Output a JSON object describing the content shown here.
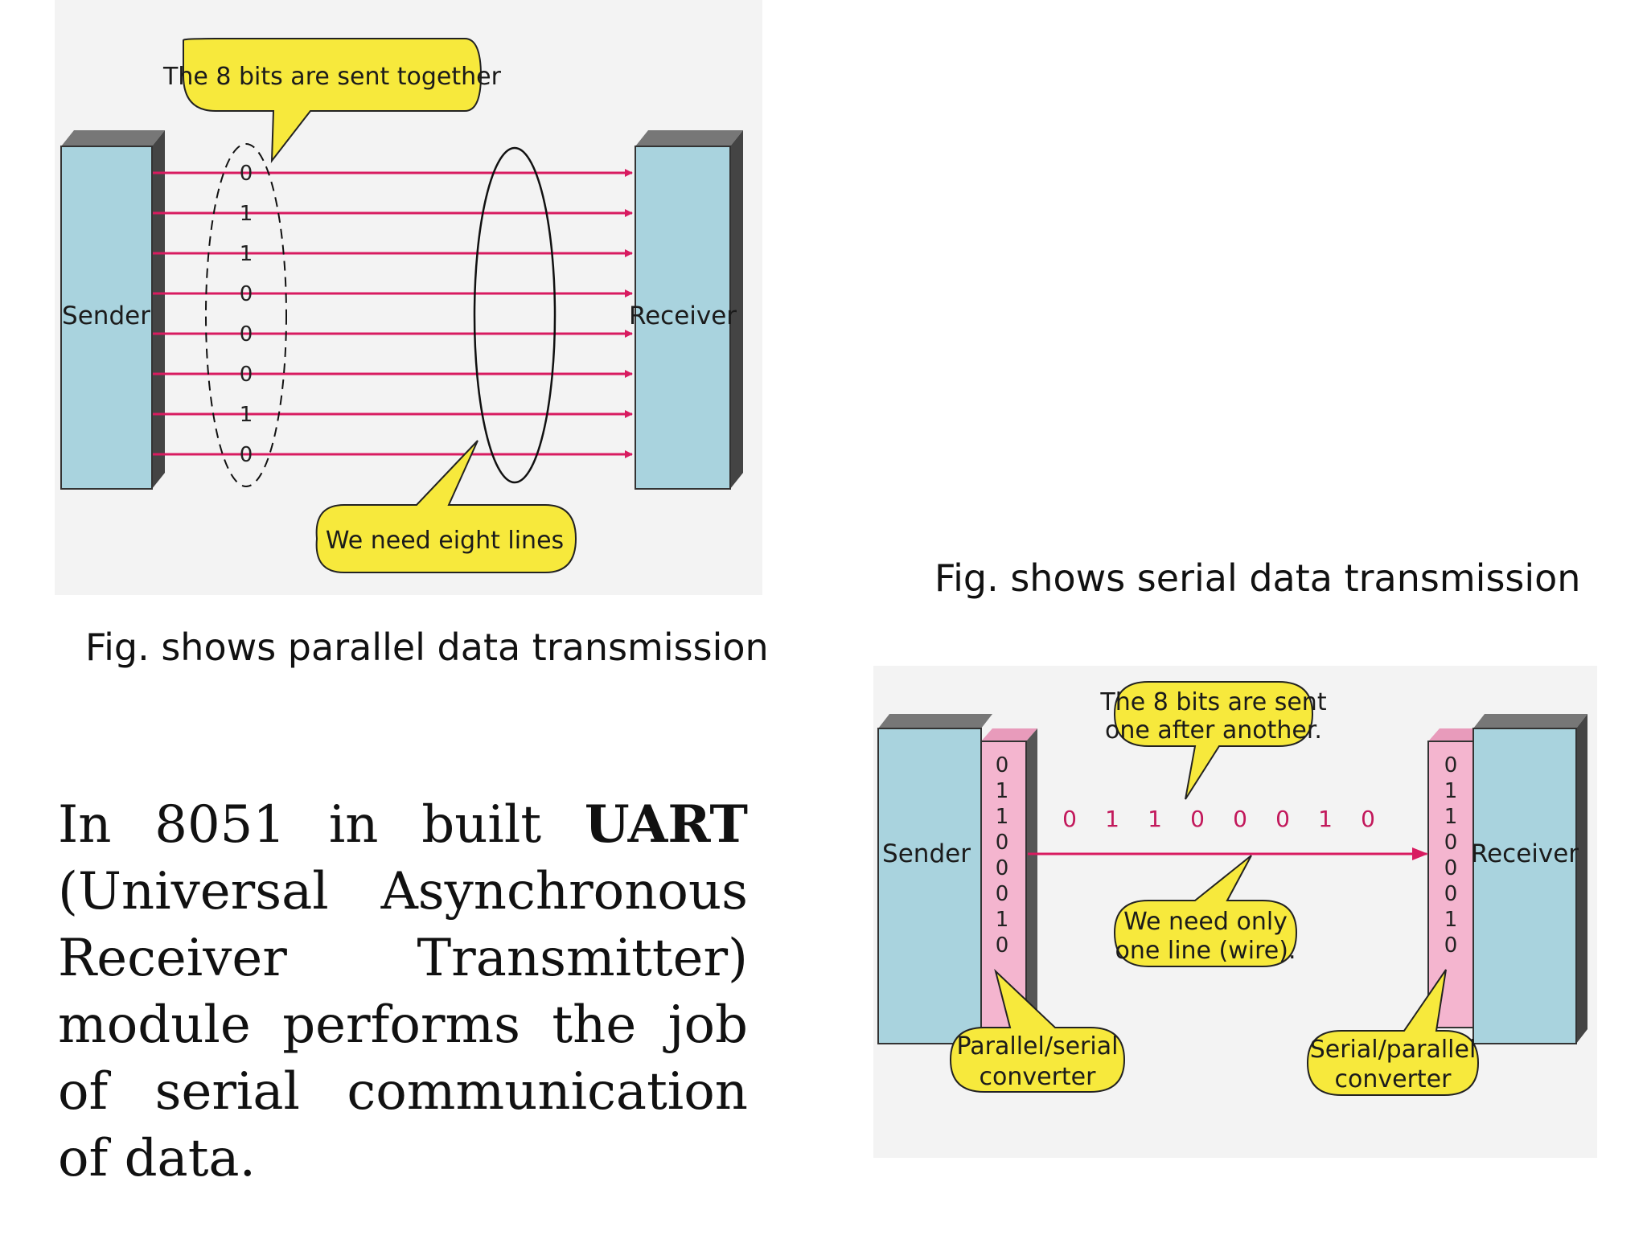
{
  "parallel": {
    "sender_label": "Sender",
    "receiver_label": "Receiver",
    "bubble_top": "The 8 bits are sent together",
    "bubble_bottom": "We need eight lines",
    "bits": [
      "0",
      "1",
      "1",
      "0",
      "0",
      "0",
      "1",
      "0"
    ],
    "caption": "Fig.  shows parallel data transmission"
  },
  "serial": {
    "caption": "Fig. shows serial data transmission",
    "sender_label": "Sender",
    "receiver_label": "Receiver",
    "bubble_top_line1": "The 8 bits are sent",
    "bubble_top_line2": "one after another.",
    "bubble_mid_line1": "We need only",
    "bubble_mid_line2": "one line (wire).",
    "bubble_left_line1": "Parallel/serial",
    "bubble_left_line2": "converter",
    "bubble_right_line1": "Serial/parallel",
    "bubble_right_line2": "converter",
    "bits": [
      "0",
      "1",
      "1",
      "0",
      "0",
      "0",
      "1",
      "0"
    ]
  },
  "body": {
    "prefix": "In 8051 in built ",
    "bold": "UART",
    "suffix": " (Universal Asynchronous Receiver Transmitter) module performs the job of serial communication of data."
  },
  "colors": {
    "box_fill": "#a9d3de",
    "box_shade": "#555555",
    "line_color": "#d81b60",
    "bubble_fill": "#f7e93c",
    "converter_fill": "#f4b5cf",
    "panel_bg": "#f3f3f3"
  }
}
